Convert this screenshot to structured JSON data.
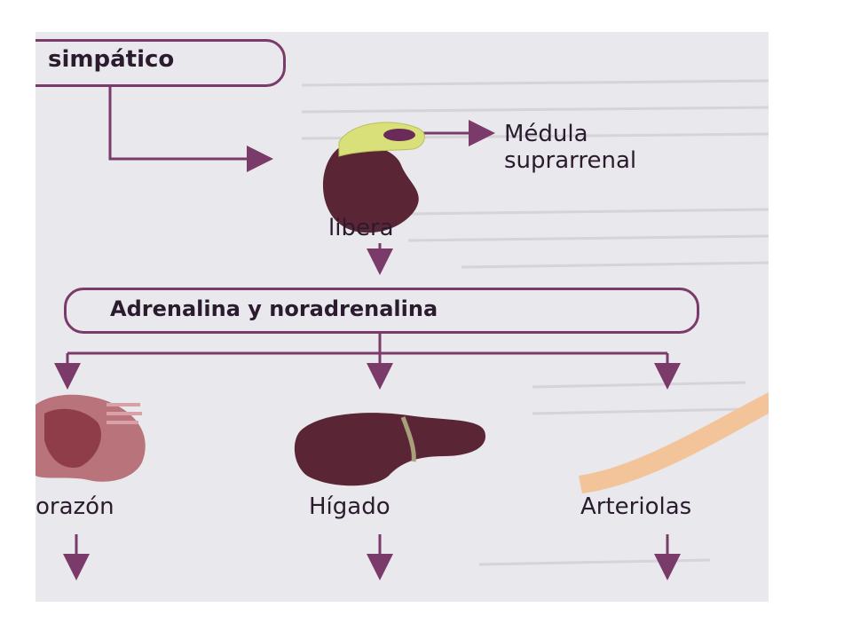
{
  "diagram": {
    "top_box": "simpático",
    "gland_label": "Médula suprarrenal",
    "gland_label_line1": "Médula",
    "gland_label_line2": "suprarrenal",
    "releases_label": "libera",
    "hormones_box": "Adrenalina y noradrenalina",
    "targets": [
      {
        "label": "orazón"
      },
      {
        "label": "Hígado"
      },
      {
        "label": "Arteriolas"
      }
    ]
  },
  "colors": {
    "arrow": "#7b3b6a",
    "organ": "#5a2535",
    "medulla": "#d9e07a",
    "artery": "#f3c49a",
    "background_scan": "#e9e8ec"
  }
}
